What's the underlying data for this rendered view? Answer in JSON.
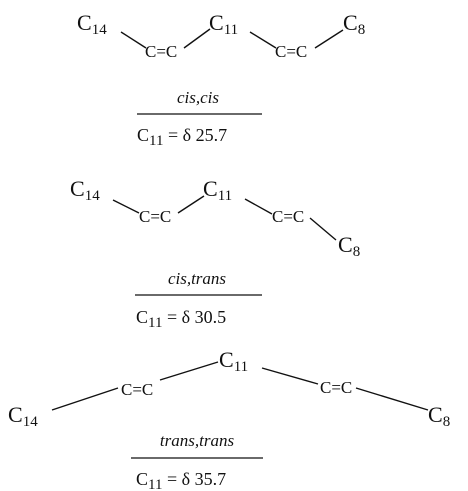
{
  "structures": [
    {
      "atoms": {
        "c14": {
          "symbol": "C",
          "sub": "14"
        },
        "c11": {
          "symbol": "C",
          "sub": "11"
        },
        "c8": {
          "symbol": "C",
          "sub": "8"
        }
      },
      "double_bonds": [
        "C=C",
        "C=C"
      ],
      "caption": "cis,cis",
      "shift": {
        "symbol": "C",
        "sub": "11",
        "text": " = δ 25.7"
      }
    },
    {
      "atoms": {
        "c14": {
          "symbol": "C",
          "sub": "14"
        },
        "c11": {
          "symbol": "C",
          "sub": "11"
        },
        "c8": {
          "symbol": "C",
          "sub": "8"
        }
      },
      "double_bonds": [
        "C=C",
        "C=C"
      ],
      "caption": "cis,trans",
      "shift": {
        "symbol": "C",
        "sub": "11",
        "text": " = δ 30.5"
      }
    },
    {
      "atoms": {
        "c14": {
          "symbol": "C",
          "sub": "14"
        },
        "c11": {
          "symbol": "C",
          "sub": "11"
        },
        "c8": {
          "symbol": "C",
          "sub": "8"
        }
      },
      "double_bonds": [
        "C=C",
        "C=C"
      ],
      "caption": "trans,trans",
      "shift": {
        "symbol": "C",
        "sub": "11",
        "text": " = δ 35.7"
      }
    }
  ]
}
